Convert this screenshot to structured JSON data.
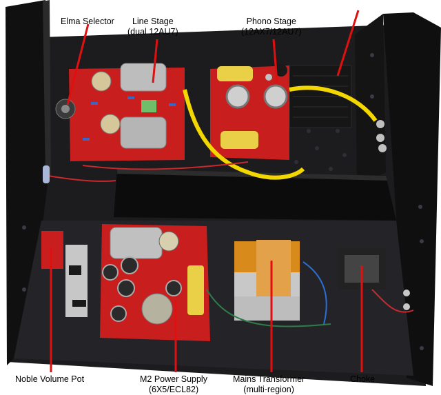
{
  "labels": {
    "elma_selector": {
      "line1": "Elma Selector"
    },
    "line_stage": {
      "line1": "Line Stage",
      "line2": "(dual 12AU7)"
    },
    "phono_stage": {
      "line1": "Phono Stage",
      "line2": "(12AX7/12AU7)"
    },
    "noble_volume_pot": {
      "line1": "Noble Volume Pot"
    },
    "power_supply": {
      "line1": "M2 Power Supply",
      "line2": "(6X5/ECL82)"
    },
    "mains_transformer": {
      "line1": "Mains Transformer",
      "line2": "(multi-region)"
    },
    "choke": {
      "line1": "Choke"
    }
  },
  "colors": {
    "chassis": "#151515",
    "pcb_red": "#c81e1e",
    "callout_red": "#e01010",
    "wire_yellow": "#f2d800",
    "capacitor_silver": "#b8b8b8",
    "transformer_orange": "#d88a1a"
  }
}
